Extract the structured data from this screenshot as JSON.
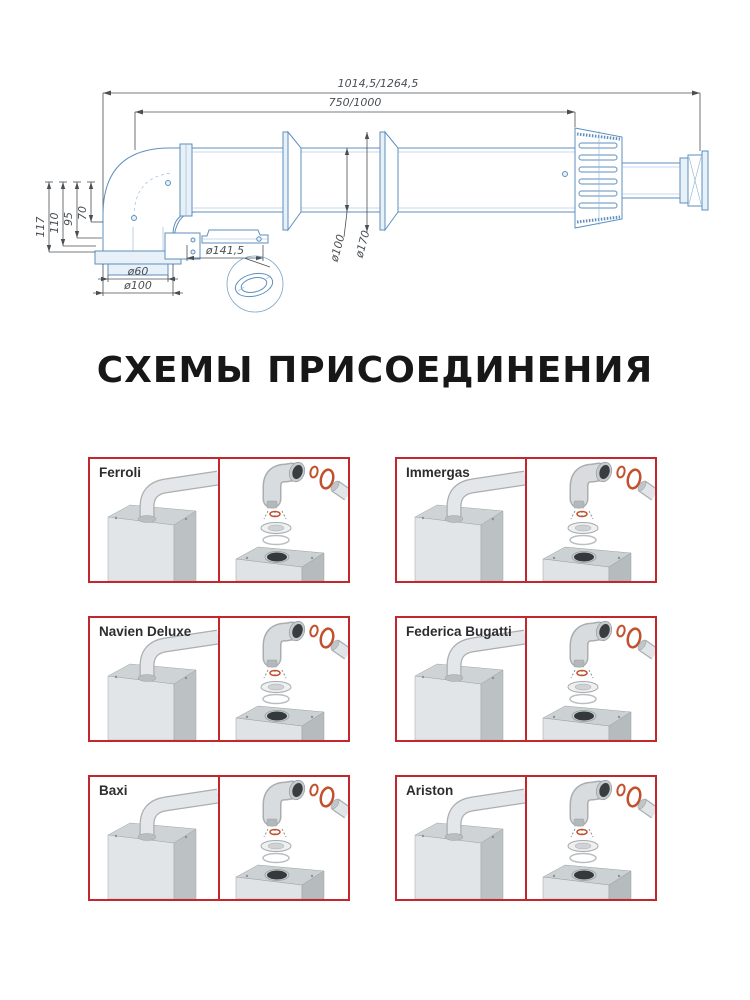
{
  "title": "СХЕМЫ ПРИСОЕДИНЕНИЯ",
  "technical_drawing": {
    "dimensions": {
      "overall_length": "1014,5/1264,5",
      "pipe_length": "750/1000",
      "height_1": "117",
      "height_2": "110",
      "height_3": "95",
      "height_4": "70",
      "inner_diameter": "ø60",
      "outer_diameter": "ø100",
      "plate_diameter": "ø141,5",
      "pipe_diameter": "ø100",
      "flange_diameter": "ø170"
    }
  },
  "schemes_section": {
    "items": [
      {
        "label": "Ferroli"
      },
      {
        "label": "Immergas"
      },
      {
        "label": "Navien Deluxe"
      },
      {
        "label": "Federica Bugatti"
      },
      {
        "label": "Baxi"
      },
      {
        "label": "Ariston"
      }
    ]
  },
  "colors": {
    "panel_border_red": "#c1272d",
    "oring_orange": "#c2502c",
    "drawing_line_blue": "#5d8fbe",
    "dimension_gray": "#4a4f54",
    "title_black": "#171717"
  }
}
